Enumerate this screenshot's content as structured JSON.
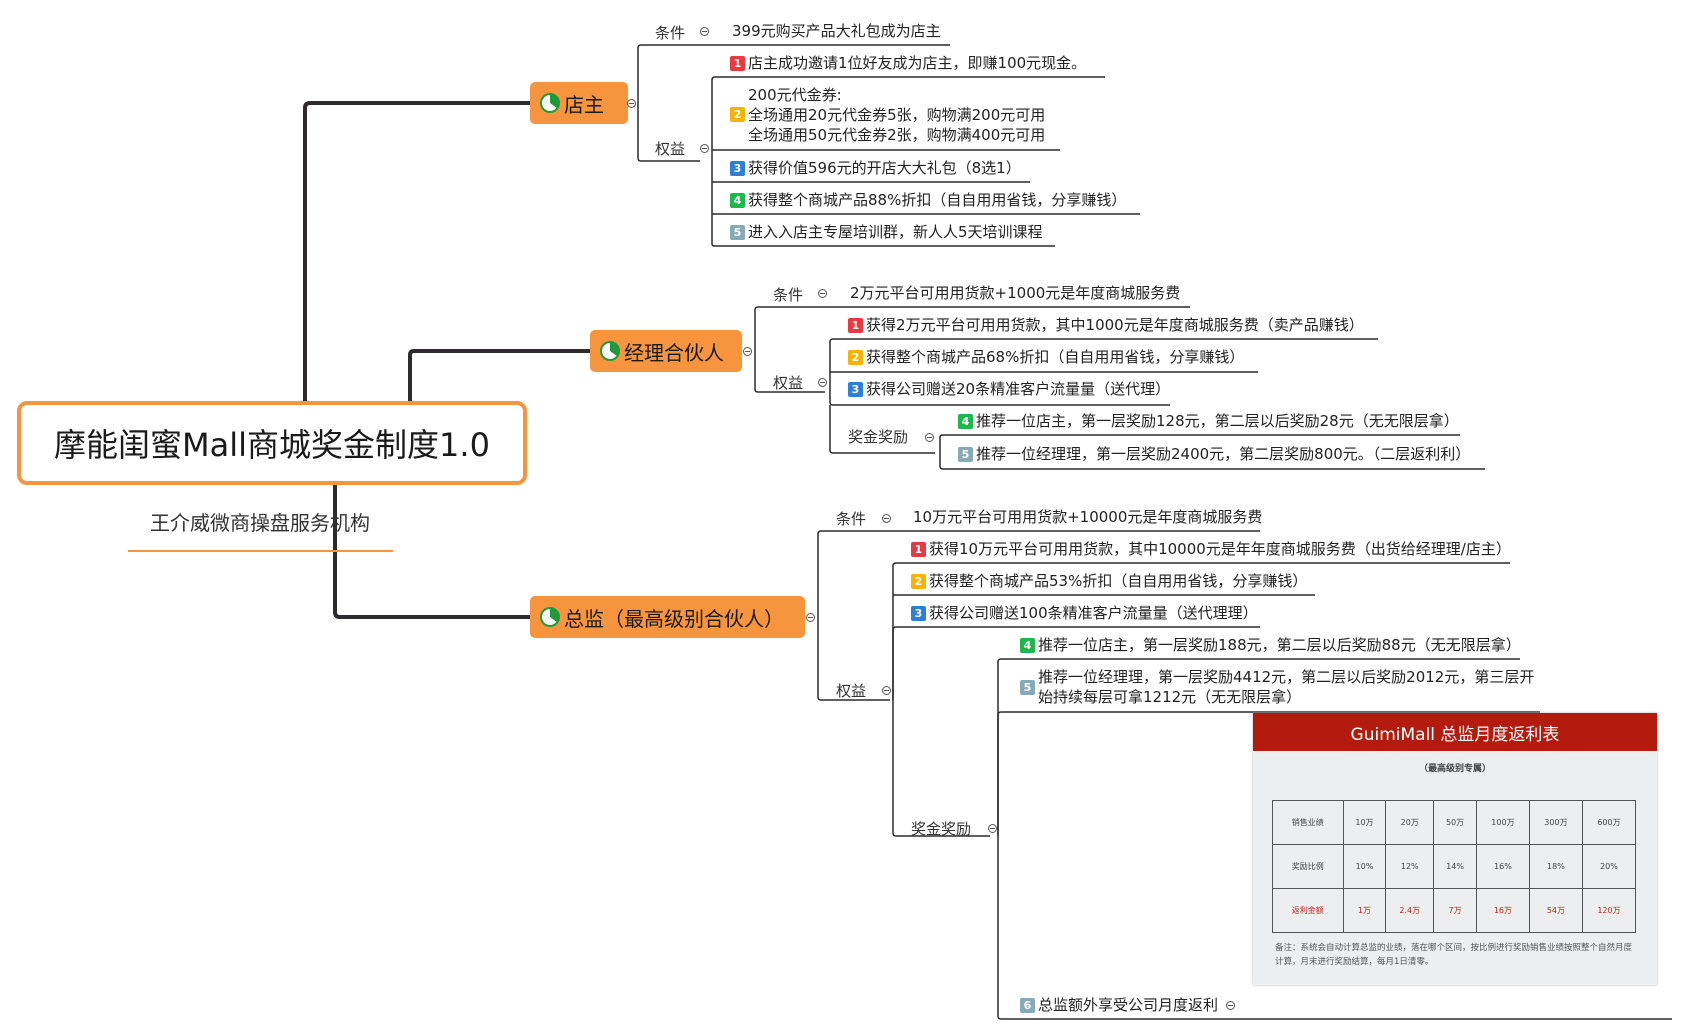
{
  "central": {
    "title": "摩能闺蜜Mall商城奖金制度1.0",
    "subtitle": "王介威微商操盘服务机构"
  },
  "branches": {
    "store_owner": {
      "title": "店主",
      "condition_label": "条件",
      "condition": "399元购买产品大礼包成为店主",
      "benefits_label": "权益",
      "benefits": [
        "店主成功邀请1位好友成为店主，即赚100元现金。",
        "200元代金券:",
        "全场通用20元代金券5张，购物满200元可用",
        "全场通用50元代金券2张，购物满400元可用",
        "获得价值596元的开店大大礼包（8选1）",
        "获得整个商城产品88%折扣（自自用用省钱，分享赚钱）",
        "进入入店主专屋培训群，新人人5天培训课程"
      ]
    },
    "manager": {
      "title": "经理合伙人",
      "condition_label": "条件",
      "condition": "2万元平台可用用货款+1000元是年度商城服务费",
      "benefits_label": "权益",
      "benefits": [
        "获得2万元平台可用用货款，其中1000元是年度商城服务费（卖产品赚钱）",
        "获得整个商城产品68%折扣（自自用用省钱，分享赚钱）",
        "获得公司赠送20条精准客户流量量（送代理）"
      ],
      "bonus_label": "奖金奖励",
      "bonus": [
        "推荐一位店主，第一层奖励128元，第二层以后奖励28元（无无限层拿）",
        "推荐一位经理理，第一层奖励2400元，第二层奖励800元。（二层返利利）"
      ]
    },
    "director": {
      "title": "总监（最高级别合伙人）",
      "condition_label": "条件",
      "condition": "10万元平台可用用货款+10000元是年度商城服务费",
      "benefits_label": "权益",
      "benefits": [
        "获得10万元平台可用用货款，其中10000元是年年度商城服务费（出货给经理理/店主）",
        "获得整个商城产品53%折扣（自自用用省钱，分享赚钱）",
        "获得公司赠送100条精准客户流量量（送代理理）"
      ],
      "bonus_label": "奖金奖励",
      "bonus": [
        "推荐一位店主，第一层奖励188元，第二层以后奖励88元（无无限层拿）",
        "推荐一位经理理，第一层奖励4412元，第二层以后奖励2012元，第三层开",
        "始持续每层可拿1212元（无无限层拿）",
        "总监额外享受公司月度返利"
      ]
    }
  },
  "badge_numbers": [
    "1",
    "2",
    "3",
    "4",
    "5",
    "6"
  ],
  "rebate_table": {
    "title": "GuimiMall 总监月度返利表",
    "subtitle": "（最高级别专属）",
    "rows": [
      [
        "销售业绩",
        "10万",
        "20万",
        "50万",
        "100万",
        "300万",
        "600万"
      ],
      [
        "奖励比例",
        "10%",
        "12%",
        "14%",
        "16%",
        "18%",
        "20%"
      ],
      [
        "返利金额",
        "1万",
        "2.4万",
        "7万",
        "16万",
        "54万",
        "120万"
      ]
    ],
    "note": "备注：系统会自动计算总监的业绩，落在哪个区间，按比例进行奖励销售业绩按照整个自然月度计算，月末进行奖励结算，每月1日清零。"
  },
  "colors": {
    "branch": "#f7953f",
    "line": "#2e2a2d",
    "badge_red": "#e9383f",
    "badge_yellow": "#f6b400",
    "badge_blue": "#2f7fd8",
    "badge_green": "#1cb84a",
    "badge_gray": "#86aab8",
    "table_header": "#b31b0f"
  },
  "icons": [
    "progress-pie-icon",
    "collapse-toggle-icon",
    "priority-badge-icon"
  ]
}
